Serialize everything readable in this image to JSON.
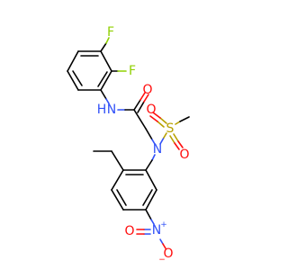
{
  "molecule": {
    "atom_labels": {
      "f_top": "F",
      "f_right": "F",
      "nh": "N",
      "h": "H",
      "o_carbonyl": "O",
      "s": "S",
      "o_s_left": "O",
      "o_s_lower": "O",
      "n_center": "N",
      "n_nitro": "N",
      "o_nitro_left": "O",
      "o_nitro_lower": "O",
      "plus": "+",
      "minus": "−"
    },
    "colors": {
      "carbon_bonds": "#000000",
      "nitrogen": "#3050f8",
      "oxygen": "#ff0d0d",
      "sulfur": "#b8a100",
      "fluorine": "#8fd000"
    }
  }
}
